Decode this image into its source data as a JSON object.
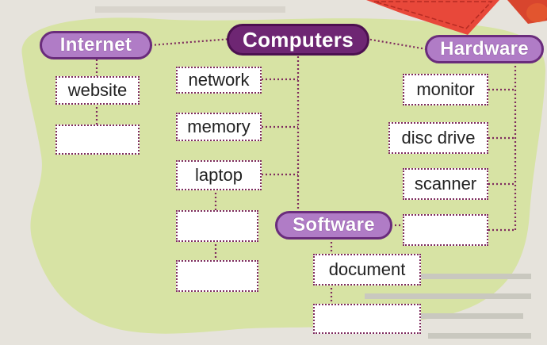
{
  "diagram": {
    "center": "Computers",
    "branches": {
      "internet": {
        "label": "Internet",
        "items": [
          "website",
          ""
        ]
      },
      "hardware": {
        "label": "Hardware",
        "items": [
          "monitor",
          "disc drive",
          "scanner",
          ""
        ]
      },
      "software": {
        "label": "Software",
        "items": [
          "document",
          ""
        ]
      },
      "computers_items": [
        "network",
        "memory",
        "laptop",
        "",
        ""
      ]
    }
  },
  "colors": {
    "blob": "#d9e6a8",
    "pill_light": "#b07cc6",
    "pill_dark": "#6e2673",
    "dotted_line": "#7e2c5e",
    "keyboard": "#e8483a"
  }
}
